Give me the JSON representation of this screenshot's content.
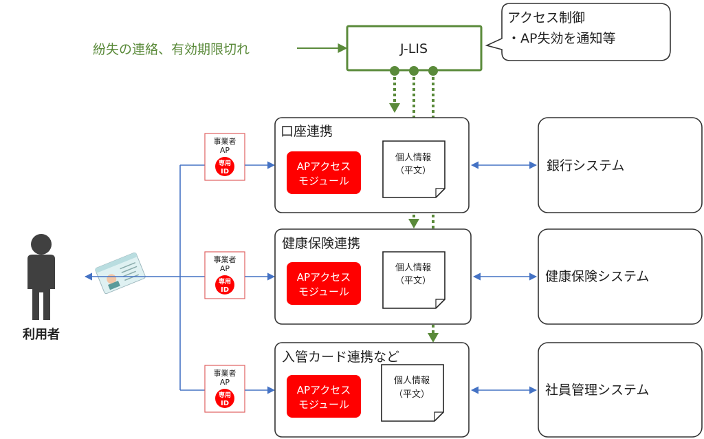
{
  "top": {
    "jlis_label": "J-LIS",
    "loss_notice": "紛失の連絡、有効期限切れ",
    "callout_line1": "アクセス制御",
    "callout_line2": "・AP失効を通知等"
  },
  "user": {
    "label": "利用者"
  },
  "badge": {
    "line1": "事業者",
    "line2": "AP",
    "circle_line1": "専用",
    "circle_line2": "ID"
  },
  "rows": [
    {
      "title": "口座連携",
      "module_line1": "APアクセス",
      "module_line2": "モジュール",
      "doc_line1": "個人情報",
      "doc_line2": "（平文）",
      "system": "銀行システム"
    },
    {
      "title": "健康保険連携",
      "module_line1": "APアクセス",
      "module_line2": "モジュール",
      "doc_line1": "個人情報",
      "doc_line2": "（平文）",
      "system": "健康保険システム"
    },
    {
      "title": "入管カード連携など",
      "module_line1": "APアクセス",
      "module_line2": "モジュール",
      "doc_line1": "個人情報",
      "doc_line2": "（平文）",
      "system": "社員管理システム"
    }
  ],
  "colors": {
    "green": "#5a8a3a",
    "blue": "#4472c4",
    "red": "#ff0000",
    "dark": "#404040"
  }
}
